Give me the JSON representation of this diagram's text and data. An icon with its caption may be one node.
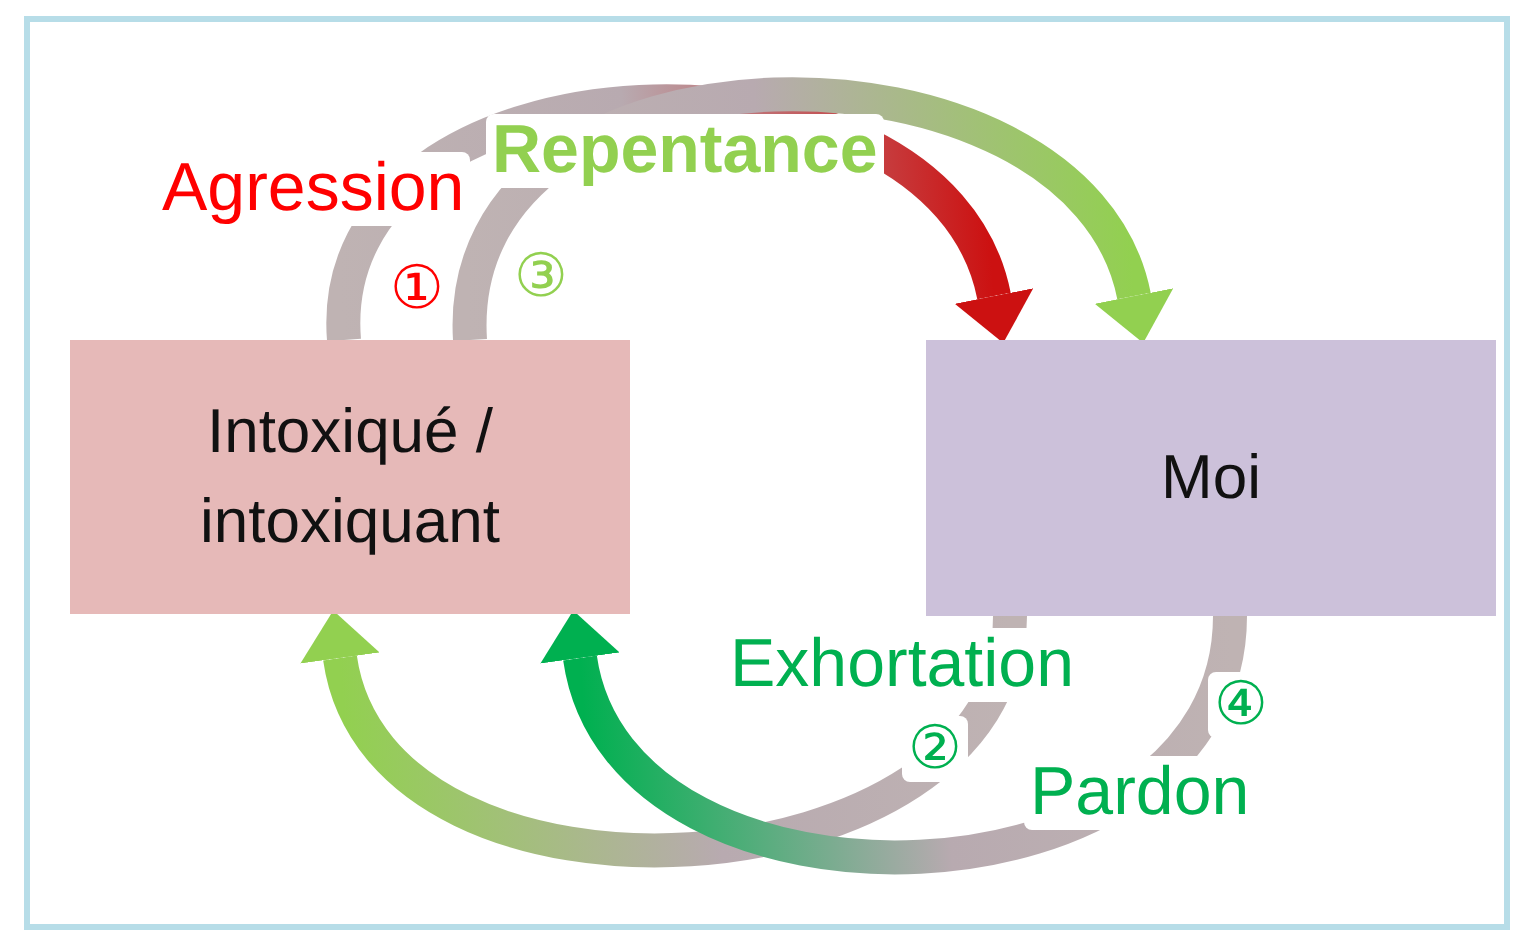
{
  "diagram": {
    "nodes": [
      {
        "text": [
          "Intoxiqué / intoxiquant"
        ]
      },
      {
        "text": [
          "Moi"
        ]
      }
    ],
    "edges": [
      {
        "from": 0,
        "to": 1,
        "arrow": "to",
        "label": "Agression",
        "style": "thick",
        "color": "#cc1111"
      },
      {
        "from": 0,
        "to": 1,
        "arrow": "to",
        "label": "Repentance",
        "style": "thick",
        "color": "#92d050"
      },
      {
        "from": 1,
        "to": 0,
        "arrow": "to",
        "label": "Exhortation",
        "style": "thick",
        "color": "#92d050"
      },
      {
        "from": 1,
        "to": 0,
        "arrow": "to",
        "label": "Pardon",
        "style": "thick",
        "color": "#00b050"
      }
    ],
    "labels": [
      "①",
      "③",
      "②",
      "④"
    ]
  }
}
